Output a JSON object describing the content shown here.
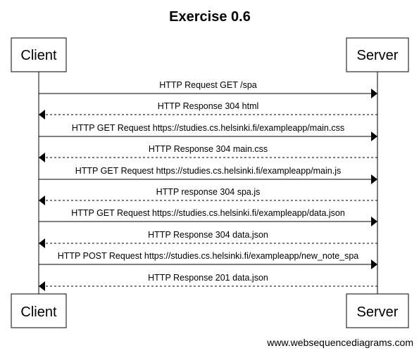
{
  "title": "Exercise 0.6",
  "participants": [
    {
      "name": "Client"
    },
    {
      "name": "Server"
    }
  ],
  "messages": [
    {
      "label": "HTTP Request GET /spa",
      "from": "Client",
      "to": "Server",
      "style": "solid"
    },
    {
      "label": "HTTP Response 304 html",
      "from": "Server",
      "to": "Client",
      "style": "dashed"
    },
    {
      "label": "HTTP GET Request https://studies.cs.helsinki.fi/exampleapp/main.css",
      "from": "Client",
      "to": "Server",
      "style": "solid"
    },
    {
      "label": "HTTP Response 304 main.css",
      "from": "Server",
      "to": "Client",
      "style": "dashed"
    },
    {
      "label": "HTTP GET Request https://studies.cs.helsinki.fi/exampleapp/main.js",
      "from": "Client",
      "to": "Server",
      "style": "solid"
    },
    {
      "label": "HTTP response 304 spa.js",
      "from": "Server",
      "to": "Client",
      "style": "dashed"
    },
    {
      "label": "HTTP GET Request https://studies.cs.helsinki.fi/exampleapp/data.json",
      "from": "Client",
      "to": "Server",
      "style": "solid"
    },
    {
      "label": "HTTP Response 304 data.json",
      "from": "Server",
      "to": "Client",
      "style": "dashed"
    },
    {
      "label": "HTTP POST Request https://studies.cs.helsinki.fi/exampleapp/new_note_spa",
      "from": "Client",
      "to": "Server",
      "style": "solid"
    },
    {
      "label": "HTTP Response 201 data.json",
      "from": "Server",
      "to": "Client",
      "style": "dashed"
    }
  ],
  "watermark": "www.websequencediagrams.com"
}
